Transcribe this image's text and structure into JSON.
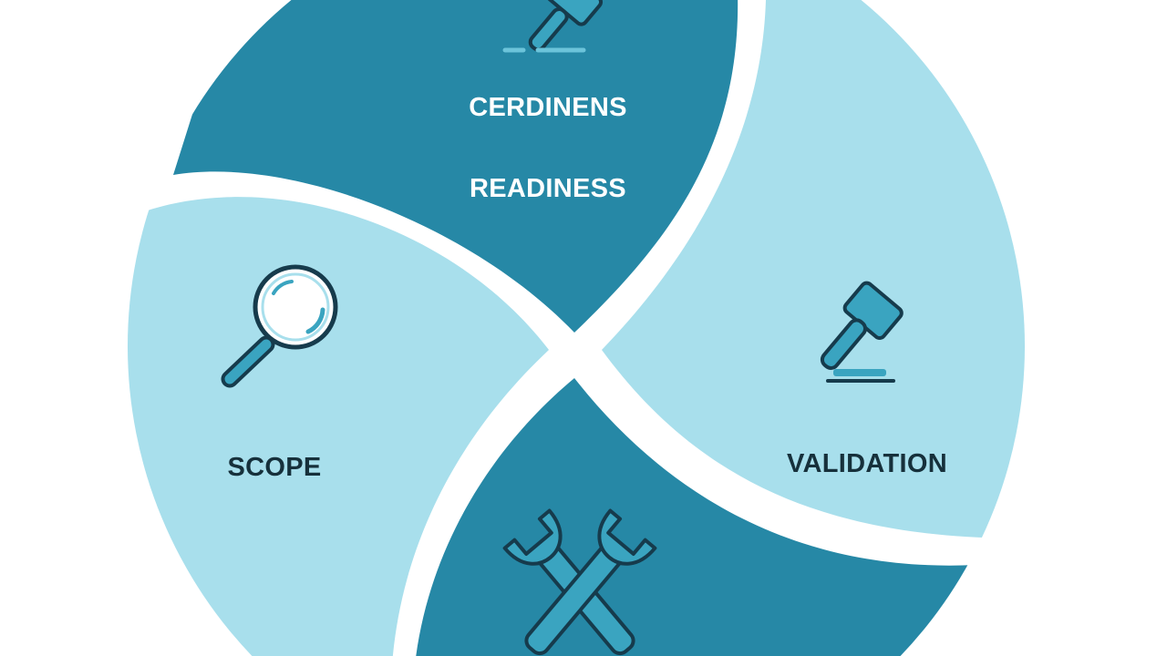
{
  "diagram": {
    "segments": [
      {
        "id": "top",
        "labels": [
          "CERDINENS",
          "READINESS"
        ],
        "icon": "gavel-icon"
      },
      {
        "id": "left",
        "labels": [
          "SCOPE"
        ],
        "icon": "magnifying-glass-icon"
      },
      {
        "id": "right",
        "labels": [
          "VALIDATION"
        ],
        "icon": "gavel-icon"
      },
      {
        "id": "bottom",
        "labels": [],
        "icon": "wrench-cross-icon"
      }
    ]
  },
  "colors": {
    "dark_teal": "#2688a6",
    "light_blue": "#a8dfec",
    "icon_stroke": "#163b4c",
    "icon_fill": "#3aa4c0",
    "icon_fill_light": "#6cc4da",
    "text_on_dark": "#ffffff",
    "text_on_light": "#16303b",
    "background": "#ffffff"
  }
}
